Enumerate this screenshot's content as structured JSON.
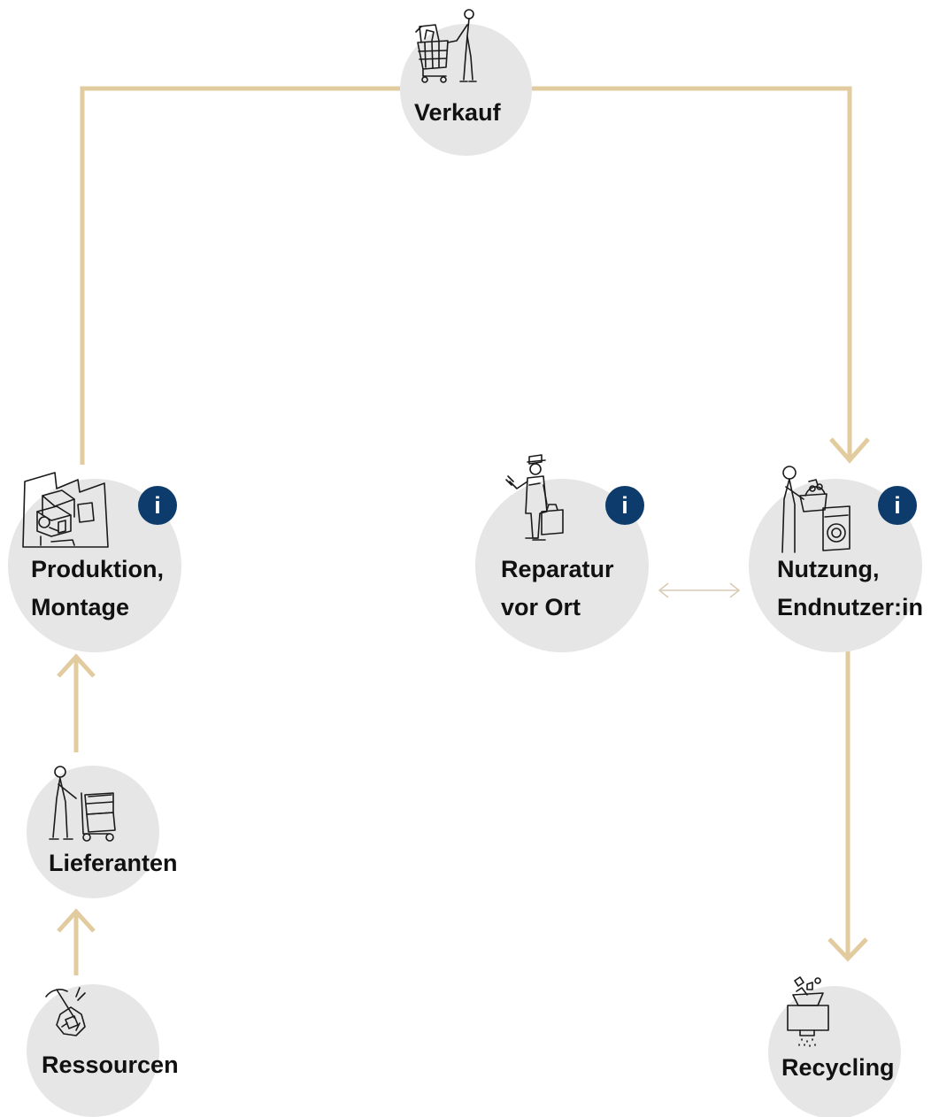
{
  "colors": {
    "connector": "#e2cc9f",
    "bidirectional_connector": "#d9ccb6",
    "node_fill": "#e6e6e6",
    "info_badge": "#0d3b6b",
    "label_text": "#111111"
  },
  "nodes": {
    "verkauf": {
      "label": "Verkauf",
      "icon": "shopping-cart-icon"
    },
    "produktion": {
      "line1": "Produktion,",
      "line2": "Montage",
      "icon": "factory-icon",
      "info": "i"
    },
    "reparatur": {
      "line1": "Reparatur",
      "line2": "vor Ort",
      "icon": "repair-technician-icon",
      "info": "i"
    },
    "nutzung": {
      "line1": "Nutzung,",
      "line2": "Endnutzer:in",
      "icon": "washing-machine-user-icon",
      "info": "i"
    },
    "lieferanten": {
      "label": "Lieferanten",
      "icon": "delivery-trolley-icon"
    },
    "ressourcen": {
      "label": "Ressourcen",
      "icon": "pickaxe-ore-icon"
    },
    "recycling": {
      "label": "Recycling",
      "icon": "recycling-shredder-icon"
    }
  }
}
